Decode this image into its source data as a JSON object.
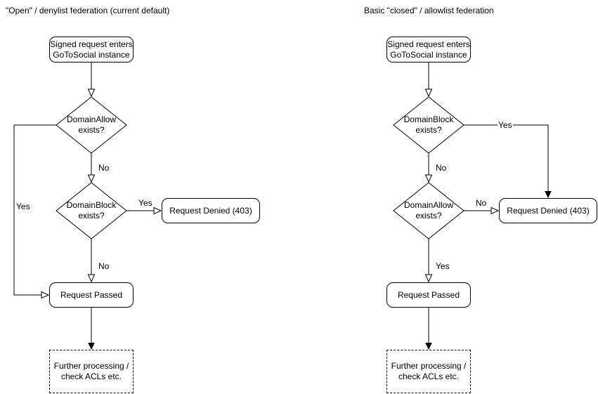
{
  "page": {
    "background": "#ffffff",
    "stroke_color": "#000000",
    "text_color": "#000000"
  },
  "left_chart": {
    "title": "\"Open\" / denylist federation (current default)",
    "nodes": {
      "start": "Signed request enters\nGoToSocial instance",
      "decision1": "DomainAllow\nexists?",
      "decision2": "DomainBlock\nexists?",
      "denied": "Request Denied (403)",
      "passed": "Request Passed",
      "further": "Further processing /\ncheck ACLs etc."
    },
    "edge_labels": {
      "decision1_yes": "Yes",
      "decision1_no": "No",
      "decision2_yes": "Yes",
      "decision2_no": "No"
    }
  },
  "right_chart": {
    "title": "Basic \"closed\" / allowlist federation",
    "nodes": {
      "start": "Signed request enters\nGoToSocial instance",
      "decision1": "DomainBlock\nexists?",
      "decision2": "DomainAllow\nexists?",
      "denied": "Request Denied (403)",
      "passed": "Request Passed",
      "further": "Further processing /\ncheck ACLs etc."
    },
    "edge_labels": {
      "decision1_yes": "Yes",
      "decision1_no": "No",
      "decision2_no": "No",
      "decision2_yes": "Yes"
    }
  }
}
